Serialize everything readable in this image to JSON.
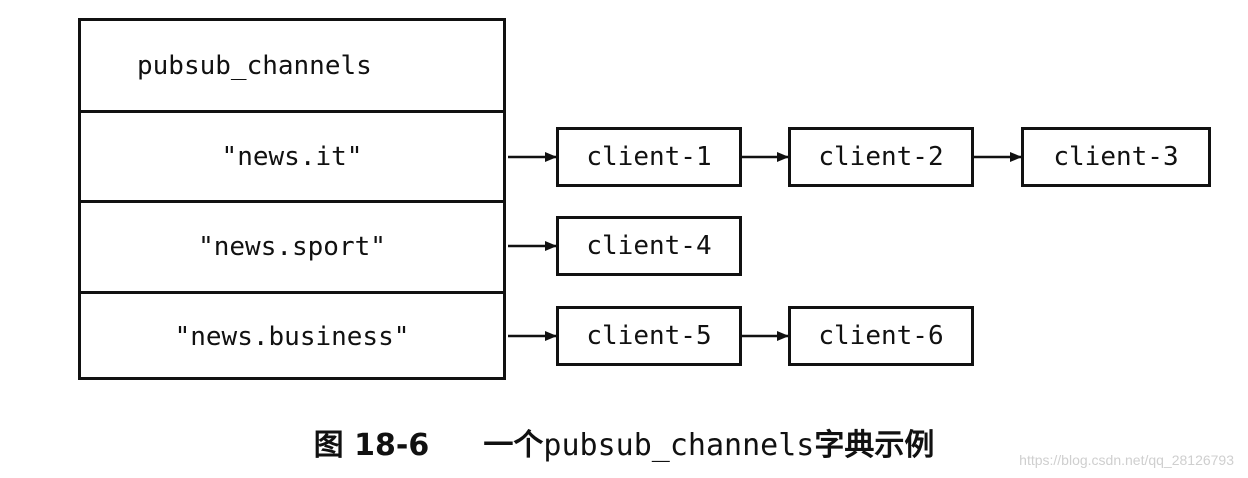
{
  "dict": {
    "name": "pubsub_channels",
    "keys": [
      "\"news.it\"",
      "\"news.sport\"",
      "\"news.business\""
    ]
  },
  "lists": [
    {
      "clients": [
        "client-1",
        "client-2",
        "client-3"
      ]
    },
    {
      "clients": [
        "client-4"
      ]
    },
    {
      "clients": [
        "client-5",
        "client-6"
      ]
    }
  ],
  "caption": {
    "figure": "图 18-6",
    "prefix": "一个",
    "code": "pubsub_channels",
    "suffix": "字典示例"
  },
  "watermark": "https://blog.csdn.net/qq_28126793"
}
